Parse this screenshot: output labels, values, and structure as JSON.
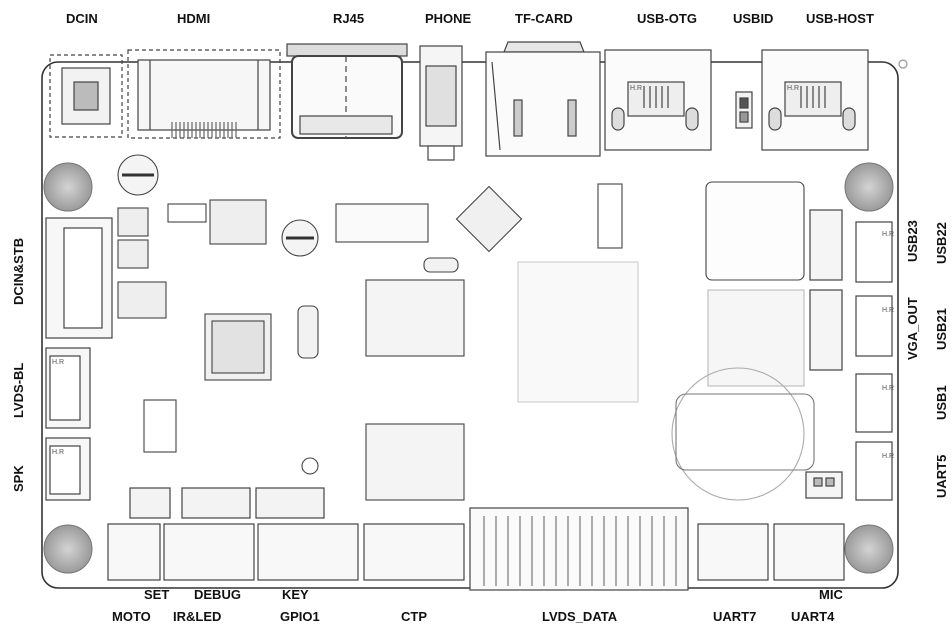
{
  "labels": {
    "top": {
      "dcin": "DCIN",
      "hdmi": "HDMI",
      "rj45": "RJ45",
      "phone": "PHONE",
      "tf_card": "TF-CARD",
      "usb_otg": "USB-OTG",
      "usbid": "USBID",
      "usb_host": "USB-HOST"
    },
    "left": {
      "dcin_stb": "DCIN&STB",
      "lvds_bl": "LVDS-BL",
      "spk": "SPK"
    },
    "right": {
      "usb23": "USB23",
      "usb22": "USB22",
      "vga_out": "VGA_OUT",
      "usb21": "USB21",
      "usb1": "USB1",
      "uart5": "UART5"
    },
    "bottom_row1": {
      "set": "SET",
      "debug": "DEBUG",
      "key": "KEY",
      "mic": "MIC"
    },
    "bottom_row2": {
      "moto": "MOTO",
      "ir_led": "IR&LED",
      "gpio1": "GPIO1",
      "ctp": "CTP",
      "lvds_data": "LVDS_DATA",
      "uart7": "UART7",
      "uart4": "UART4"
    },
    "silkscreen": "H.R"
  },
  "colors": {
    "stroke": "#3a3a3a",
    "mounting_hole": "#b5b5b5",
    "pad": "#8a8a8a",
    "text": "#111111"
  }
}
